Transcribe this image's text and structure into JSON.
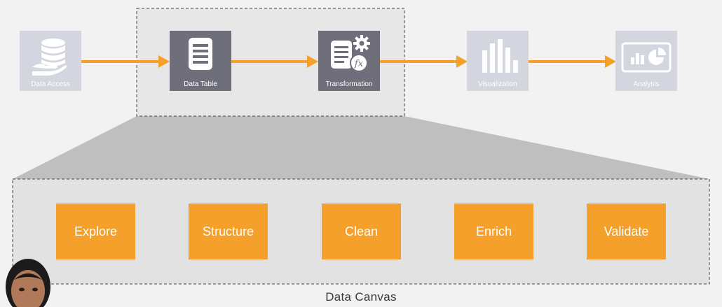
{
  "pipeline": {
    "nodes": [
      {
        "label": "Data Access",
        "icon": "database-hand-icon",
        "state": "dim"
      },
      {
        "label": "Data Table",
        "icon": "document-list-icon",
        "state": "active"
      },
      {
        "label": "Transformation",
        "icon": "document-gear-function-icon",
        "state": "active"
      },
      {
        "label": "Visualization",
        "icon": "bar-chart-icon",
        "state": "dim"
      },
      {
        "label": "Analysis",
        "icon": "dashboard-chart-icon",
        "state": "dim"
      }
    ]
  },
  "canvas": {
    "title": "Data Canvas",
    "steps": [
      {
        "label": "Explore"
      },
      {
        "label": "Structure"
      },
      {
        "label": "Clean"
      },
      {
        "label": "Enrich"
      },
      {
        "label": "Validate"
      }
    ]
  },
  "colors": {
    "arrow": "#f5a02a",
    "step_fill": "#f5a02a",
    "node_dim": "#d3d6de",
    "node_active": "#6e6f7a",
    "zoom_wedge": "#bfbfbf",
    "canvas_fill": "#e2e2e2"
  }
}
